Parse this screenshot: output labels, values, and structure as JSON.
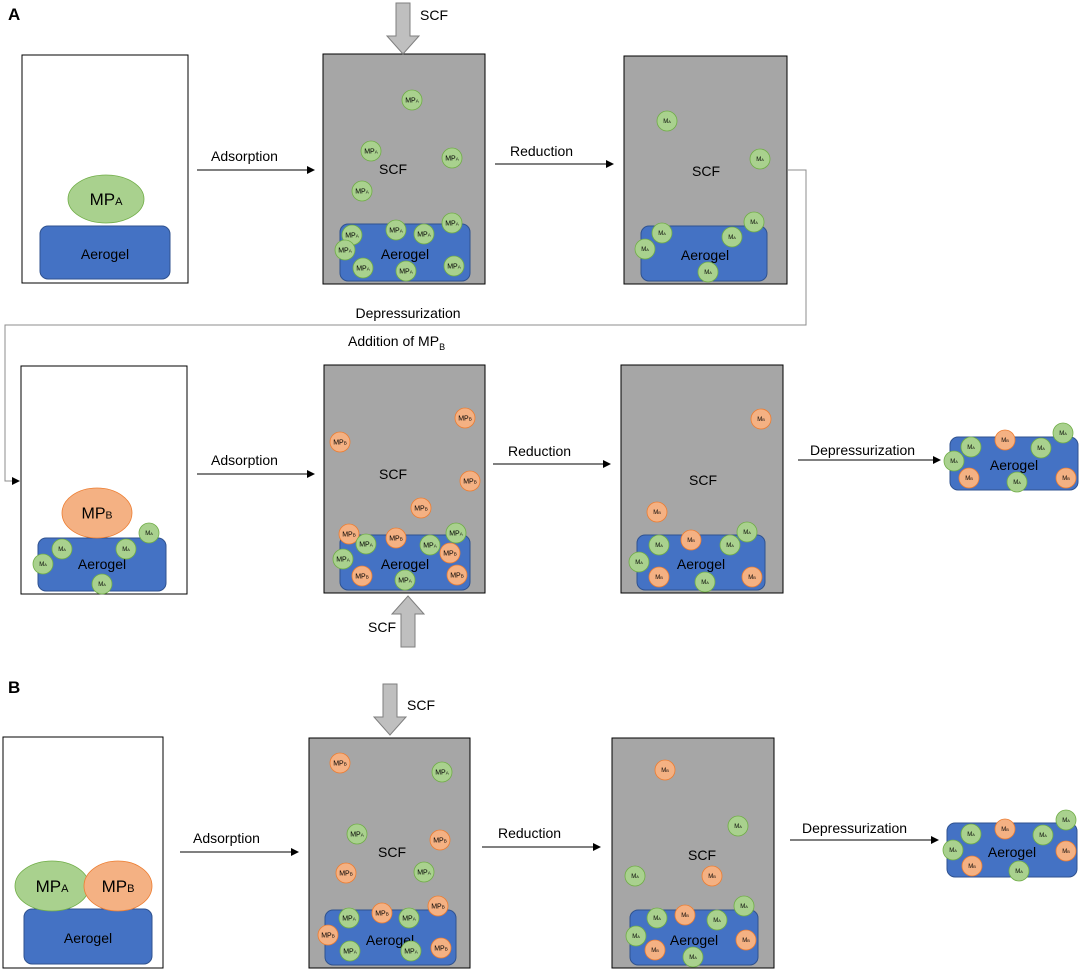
{
  "panel_a": {
    "letter": "A"
  },
  "panel_b": {
    "letter": "B"
  },
  "labels": {
    "scf": "SCF",
    "aerogel": "Aerogel",
    "adsorption": "Adsorption",
    "reduction": "Reduction",
    "depressurization": "Depressurization",
    "addition_prefix": "Addition of MP",
    "addition_subscript": "B"
  },
  "particles": {
    "mp_a": {
      "main": "MP",
      "sub": "A"
    },
    "mp_b": {
      "main": "MP",
      "sub": "B"
    },
    "m_a": {
      "main": "M",
      "sub": "A"
    },
    "m_b": {
      "main": "M",
      "sub": "B"
    }
  },
  "colors": {
    "aerogel_fill": "#4472c4",
    "aerogel_stroke": "#2f528f",
    "chamber_fill": "#a6a6a6",
    "chamber_stroke": "#000000",
    "precursor_a": "#a9d18e",
    "precursor_a_stroke": "#70ad47",
    "precursor_b": "#f4b183",
    "precursor_b_stroke": "#ed7d31",
    "scf_arrow": "#bfbfbf",
    "scf_arrow_stroke": "#7f7f7f"
  }
}
